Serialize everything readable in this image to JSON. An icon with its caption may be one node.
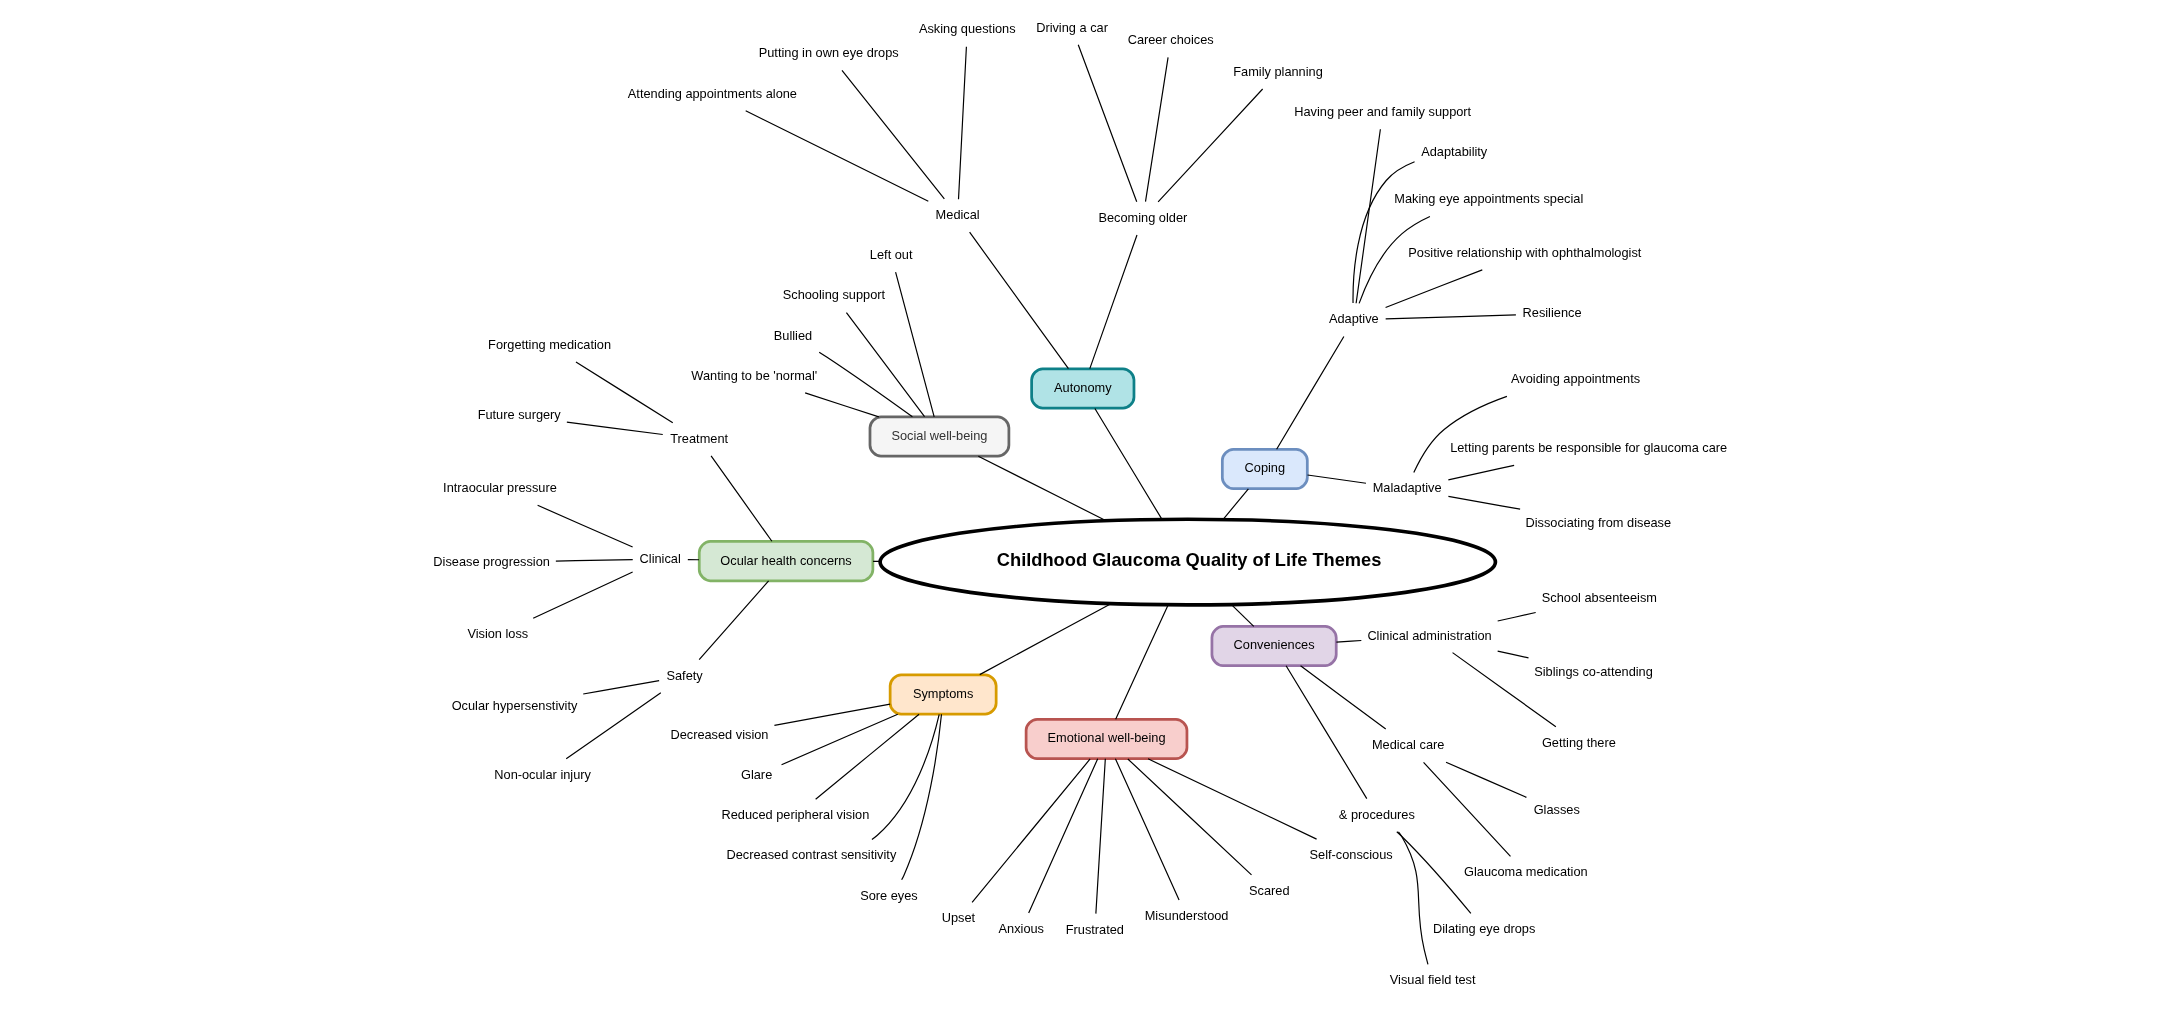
{
  "diagram": {
    "nodes": [
      {
        "text": [
          "Childhood Glaucoma Quality of Life Themes"
        ]
      },
      {
        "text": [
          "Coping"
        ]
      },
      {
        "text": [
          "Maladaptive"
        ]
      },
      {
        "text": [
          "Dissociating from disease"
        ]
      },
      {
        "text": [
          "Letting parents be responsible for glaucoma care"
        ]
      },
      {
        "text": [
          "Avoiding appointments"
        ]
      },
      {
        "text": [
          "Adaptive"
        ]
      },
      {
        "text": [
          "Resilience"
        ]
      },
      {
        "text": [
          "Positive relationship with ophthalmologist"
        ]
      },
      {
        "text": [
          "Making eye appointments special"
        ]
      },
      {
        "text": [
          "Adaptability"
        ]
      },
      {
        "text": [
          "Having peer and family support"
        ]
      },
      {
        "text": [
          "Autonomy"
        ]
      },
      {
        "text": [
          "Becoming older"
        ]
      },
      {
        "text": [
          "Family planning"
        ]
      },
      {
        "text": [
          "Career choices"
        ]
      },
      {
        "text": [
          "Driving a car"
        ]
      },
      {
        "text": [
          "Medical"
        ]
      },
      {
        "text": [
          "Asking questions"
        ]
      },
      {
        "text": [
          "Putting in own eye drops"
        ]
      },
      {
        "text": [
          "Attending appointments alone"
        ]
      },
      {
        "text": [
          "Social well-being"
        ]
      },
      {
        "text": [
          "Left out"
        ]
      },
      {
        "text": [
          "Schooling support"
        ]
      },
      {
        "text": [
          "Bullied"
        ]
      },
      {
        "text": [
          "Wanting to be 'normal'"
        ]
      },
      {
        "text": [
          "Ocular health concerns"
        ]
      },
      {
        "text": [
          "Treatment"
        ]
      },
      {
        "text": [
          "Forgetting medication"
        ]
      },
      {
        "text": [
          "Future surgery"
        ]
      },
      {
        "text": [
          "Clinical"
        ]
      },
      {
        "text": [
          "Intraocular pressure"
        ]
      },
      {
        "text": [
          "Disease progression"
        ]
      },
      {
        "text": [
          "Vision loss"
        ]
      },
      {
        "text": [
          "Safety"
        ]
      },
      {
        "text": [
          "Ocular hypersenstivity"
        ]
      },
      {
        "text": [
          "Non-ocular injury"
        ]
      },
      {
        "text": [
          "Symptoms"
        ]
      },
      {
        "text": [
          "Decreased vision"
        ]
      },
      {
        "text": [
          "Glare"
        ]
      },
      {
        "text": [
          "Reduced peripheral vision"
        ]
      },
      {
        "text": [
          "Decreased contrast sensitivity"
        ]
      },
      {
        "text": [
          "Sore eyes"
        ]
      },
      {
        "text": [
          "Emotional well-being"
        ]
      },
      {
        "text": [
          "Upset"
        ]
      },
      {
        "text": [
          "Anxious"
        ]
      },
      {
        "text": [
          "Frustrated"
        ]
      },
      {
        "text": [
          "Misunderstood"
        ]
      },
      {
        "text": [
          "Scared"
        ]
      },
      {
        "text": [
          "Self-conscious"
        ]
      },
      {
        "text": [
          "Conveniences"
        ]
      },
      {
        "text": [
          "& procedures"
        ]
      },
      {
        "text": [
          "Visual field test"
        ]
      },
      {
        "text": [
          "Dilating eye drops"
        ]
      },
      {
        "text": [
          "Medical care"
        ]
      },
      {
        "text": [
          "Glaucoma medication"
        ]
      },
      {
        "text": [
          "Glasses"
        ]
      },
      {
        "text": [
          "Clinical administration"
        ]
      },
      {
        "text": [
          "Getting there"
        ]
      },
      {
        "text": [
          "Siblings co-attending"
        ]
      },
      {
        "text": [
          "School absenteeism"
        ]
      }
    ],
    "edges": [
      {
        "from": 0,
        "to": 1,
        "arrow": "none"
      },
      {
        "from": 1,
        "to": 2,
        "arrow": "none"
      },
      {
        "from": 2,
        "to": 3,
        "arrow": "none"
      },
      {
        "from": 2,
        "to": 4,
        "arrow": "none"
      },
      {
        "from": 2,
        "to": 5,
        "arrow": "none"
      },
      {
        "from": 1,
        "to": 6,
        "arrow": "none"
      },
      {
        "from": 6,
        "to": 7,
        "arrow": "none"
      },
      {
        "from": 6,
        "to": 8,
        "arrow": "none"
      },
      {
        "from": 6,
        "to": 9,
        "arrow": "none"
      },
      {
        "from": 6,
        "to": 10,
        "arrow": "none"
      },
      {
        "from": 6,
        "to": 11,
        "arrow": "none"
      },
      {
        "from": 0,
        "to": 12,
        "arrow": "none"
      },
      {
        "from": 12,
        "to": 13,
        "arrow": "none"
      },
      {
        "from": 13,
        "to": 14,
        "arrow": "none"
      },
      {
        "from": 13,
        "to": 15,
        "arrow": "none"
      },
      {
        "from": 13,
        "to": 16,
        "arrow": "none"
      },
      {
        "from": 12,
        "to": 17,
        "arrow": "none"
      },
      {
        "from": 17,
        "to": 18,
        "arrow": "none"
      },
      {
        "from": 17,
        "to": 19,
        "arrow": "none"
      },
      {
        "from": 17,
        "to": 20,
        "arrow": "none"
      },
      {
        "from": 0,
        "to": 21,
        "arrow": "none"
      },
      {
        "from": 21,
        "to": 22,
        "arrow": "none"
      },
      {
        "from": 21,
        "to": 23,
        "arrow": "none"
      },
      {
        "from": 21,
        "to": 24,
        "arrow": "none"
      },
      {
        "from": 21,
        "to": 25,
        "arrow": "none"
      },
      {
        "from": 0,
        "to": 26,
        "arrow": "none"
      },
      {
        "from": 26,
        "to": 27,
        "arrow": "none"
      },
      {
        "from": 27,
        "to": 28,
        "arrow": "none"
      },
      {
        "from": 27,
        "to": 29,
        "arrow": "none"
      },
      {
        "from": 26,
        "to": 30,
        "arrow": "none"
      },
      {
        "from": 30,
        "to": 31,
        "arrow": "none"
      },
      {
        "from": 30,
        "to": 32,
        "arrow": "none"
      },
      {
        "from": 30,
        "to": 33,
        "arrow": "none"
      },
      {
        "from": 26,
        "to": 34,
        "arrow": "none"
      },
      {
        "from": 34,
        "to": 35,
        "arrow": "none"
      },
      {
        "from": 34,
        "to": 36,
        "arrow": "none"
      },
      {
        "from": 0,
        "to": 37,
        "arrow": "none"
      },
      {
        "from": 37,
        "to": 38,
        "arrow": "none"
      },
      {
        "from": 37,
        "to": 39,
        "arrow": "none"
      },
      {
        "from": 37,
        "to": 40,
        "arrow": "none"
      },
      {
        "from": 37,
        "to": 41,
        "arrow": "none"
      },
      {
        "from": 37,
        "to": 42,
        "arrow": "none"
      },
      {
        "from": 0,
        "to": 43,
        "arrow": "none"
      },
      {
        "from": 43,
        "to": 44,
        "arrow": "none"
      },
      {
        "from": 43,
        "to": 45,
        "arrow": "none"
      },
      {
        "from": 43,
        "to": 46,
        "arrow": "none"
      },
      {
        "from": 43,
        "to": 47,
        "arrow": "none"
      },
      {
        "from": 43,
        "to": 48,
        "arrow": "none"
      },
      {
        "from": 43,
        "to": 49,
        "arrow": "none"
      },
      {
        "from": 0,
        "to": 50,
        "arrow": "none"
      },
      {
        "from": 50,
        "to": 51,
        "arrow": "none"
      },
      {
        "from": 51,
        "to": 52,
        "arrow": "none"
      },
      {
        "from": 51,
        "to": 53,
        "arrow": "none"
      },
      {
        "from": 50,
        "to": 54,
        "arrow": "none"
      },
      {
        "from": 54,
        "to": 55,
        "arrow": "none"
      },
      {
        "from": 54,
        "to": 56,
        "arrow": "none"
      },
      {
        "from": 50,
        "to": 57,
        "arrow": "none"
      },
      {
        "from": 57,
        "to": 58,
        "arrow": "none"
      },
      {
        "from": 57,
        "to": 59,
        "arrow": "none"
      },
      {
        "from": 57,
        "to": 60,
        "arrow": "none"
      }
    ]
  }
}
